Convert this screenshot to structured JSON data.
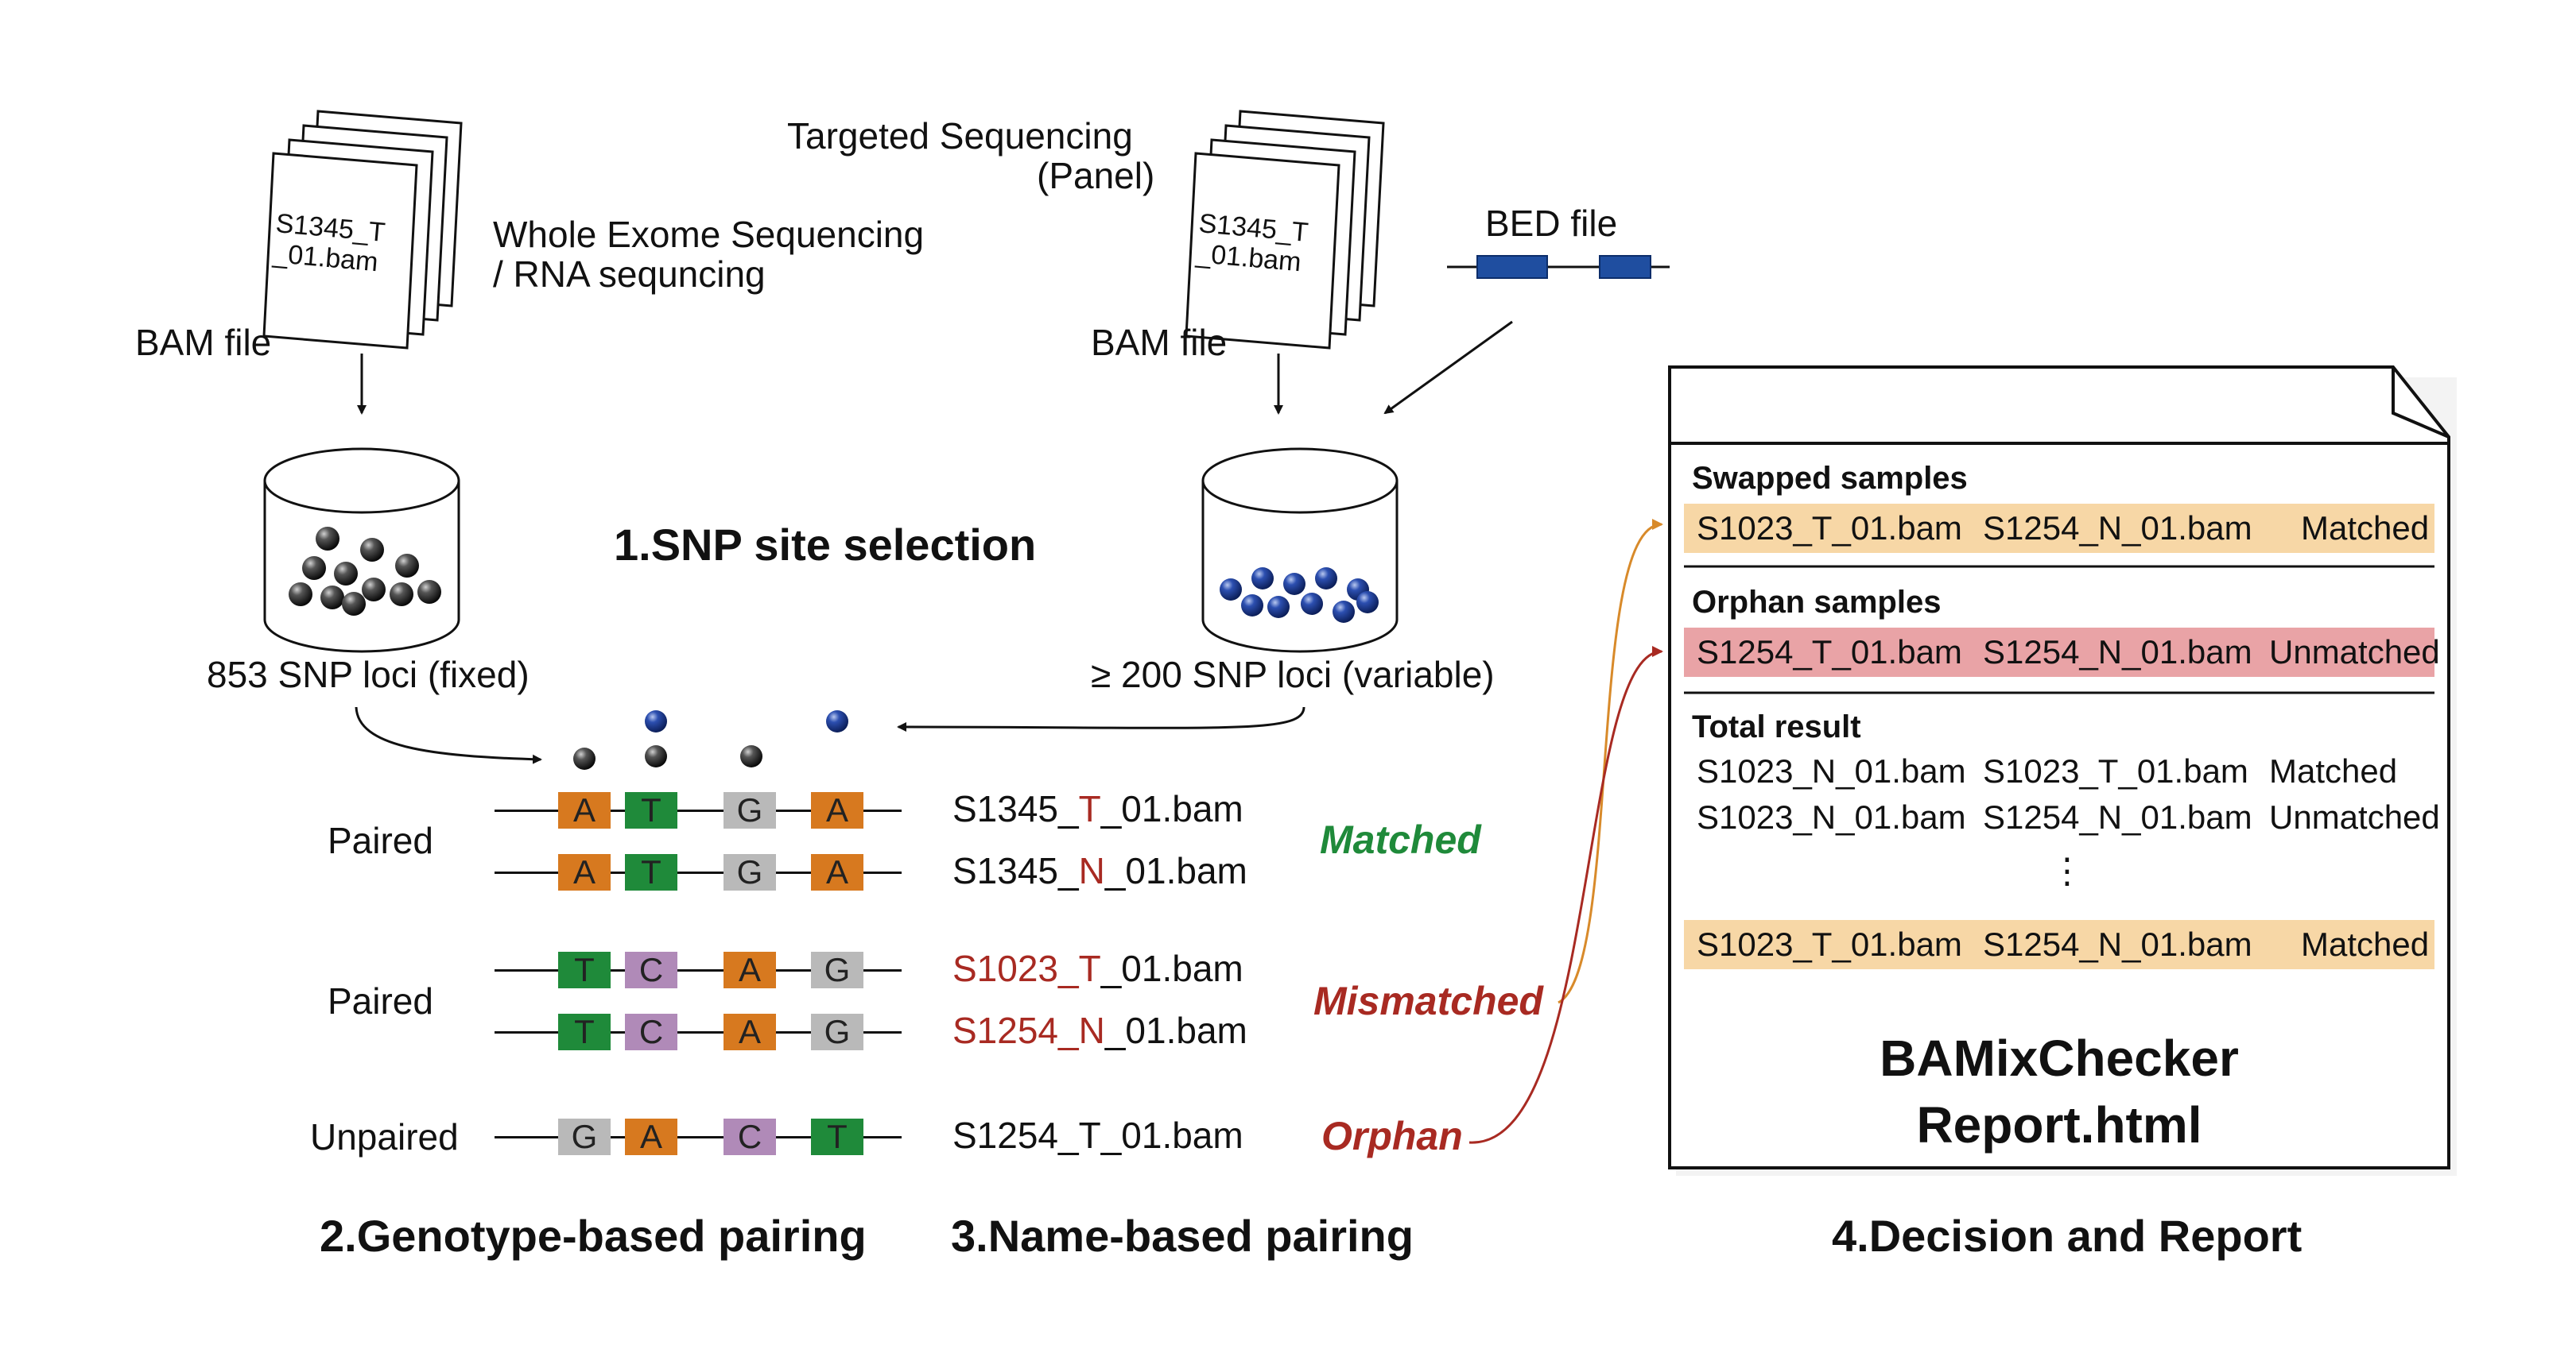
{
  "inputs": {
    "wes_bam_label": "S1345_T\n_01.bam",
    "wes_title_1": "Whole Exome Sequencing",
    "wes_title_2": "/ RNA sequncing",
    "wes_file_caption": "BAM file",
    "panel_title_1": "Targeted Sequencing",
    "panel_title_2": "(Panel)",
    "panel_bam_label": "S1345_T\n_01.bam",
    "panel_file_caption": "BAM file",
    "bed_caption": "BED file"
  },
  "snp_selection": {
    "title": "1.SNP site selection",
    "fixed_caption": "853 SNP loci (fixed)",
    "variable_caption": "≥ 200 SNP loci (variable)"
  },
  "pairing": {
    "groups": [
      {
        "label": "Paired",
        "status": "Matched",
        "status_color": "#1f8a3a",
        "samples": [
          {
            "bases": [
              "A",
              "T",
              "G",
              "A"
            ],
            "prefix": "S1345_",
            "type": "T",
            "suffix": "_01.bam",
            "prefix_red": false
          },
          {
            "bases": [
              "A",
              "T",
              "G",
              "A"
            ],
            "prefix": "S1345_",
            "type": "N",
            "suffix": "_01.bam",
            "prefix_red": false
          }
        ]
      },
      {
        "label": "Paired",
        "status": "Mismatched",
        "status_color": "#a82a22",
        "samples": [
          {
            "bases": [
              "T",
              "C",
              "A",
              "G"
            ],
            "prefix": "S1023_",
            "type": "T",
            "suffix": "_01.bam",
            "prefix_red": true
          },
          {
            "bases": [
              "T",
              "C",
              "A",
              "G"
            ],
            "prefix": "S1254_",
            "type": "N",
            "suffix": "_01.bam",
            "prefix_red": true
          }
        ]
      },
      {
        "label": "Unpaired",
        "status": "Orphan",
        "status_color": "#a82a22",
        "samples": [
          {
            "bases": [
              "G",
              "A",
              "C",
              "T"
            ],
            "prefix": "S1254_T_01.bam",
            "type": "",
            "suffix": "",
            "prefix_red": false
          }
        ]
      }
    ],
    "genotype_title": "2.Genotype-based pairing",
    "name_title": "3.Name-based pairing"
  },
  "report": {
    "swapped_heading": "Swapped samples",
    "swapped_row": [
      "S1023_T_01.bam",
      "S1254_N_01.bam",
      "Matched"
    ],
    "orphan_heading": "Orphan samples",
    "orphan_row": [
      "S1254_T_01.bam",
      "S1254_N_01.bam",
      "Unmatched"
    ],
    "total_heading": "Total result",
    "total_rows": [
      [
        "S1023_N_01.bam",
        "S1023_T_01.bam",
        "Matched"
      ],
      [
        "S1023_N_01.bam",
        "S1254_N_01.bam",
        "Unmatched"
      ]
    ],
    "ellipsis": "⋮",
    "final_row": [
      "S1023_T_01.bam",
      "S1254_N_01.bam",
      "Matched"
    ],
    "file_title_1": "BAMixChecker",
    "file_title_2": "Report.html",
    "stage_title": "4.Decision and Report",
    "swapped_color": "#f7d7a6",
    "orphan_color": "#e9a3a6"
  },
  "colors": {
    "black_snp": "#2a2a2a",
    "blue_snp": "#1f3f9a",
    "bed_region": "#1f4ea0",
    "arrow_orange": "#d88a2a",
    "arrow_red": "#a82a22"
  }
}
